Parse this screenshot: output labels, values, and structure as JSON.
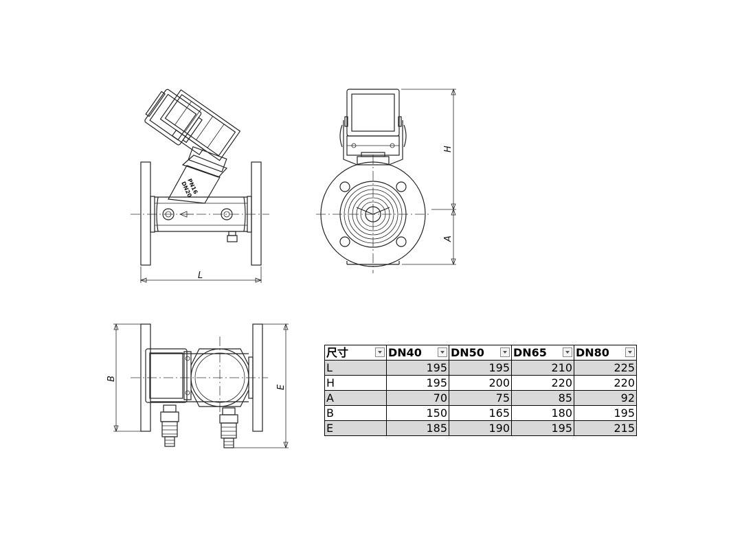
{
  "dimension_labels": {
    "L": "L",
    "H": "H",
    "A": "A",
    "B": "B",
    "E": "E"
  },
  "valve_tag": {
    "line1": "PN16",
    "line2": "DN20"
  },
  "table": {
    "headers": [
      "尺寸",
      "DN40",
      "DN50",
      "DN65",
      "DN80"
    ],
    "rows": [
      {
        "label": "L",
        "values": [
          "195",
          "195",
          "210",
          "225"
        ]
      },
      {
        "label": "H",
        "values": [
          "195",
          "200",
          "220",
          "220"
        ]
      },
      {
        "label": "A",
        "values": [
          "70",
          "75",
          "85",
          "92"
        ]
      },
      {
        "label": "B",
        "values": [
          "150",
          "165",
          "180",
          "195"
        ]
      },
      {
        "label": "E",
        "values": [
          "185",
          "190",
          "195",
          "215"
        ]
      }
    ]
  },
  "colors": {
    "line": "#222222",
    "shade": "#d9d9d9"
  }
}
